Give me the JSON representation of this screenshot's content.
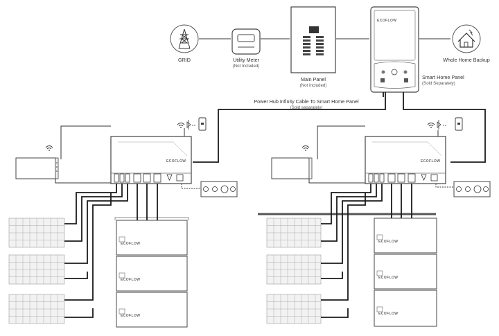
{
  "labels": {
    "grid": "GRID",
    "utility_meter": "Utility Meter",
    "utility_meter_note": "(Not Included)",
    "main_panel": "Main Panel",
    "main_panel_note": "(Not Included)",
    "smart_home_panel": "Smart Home Panel",
    "smart_home_panel_note": "(Sold Separately)",
    "whole_home_backup": "Whole Home Backup",
    "hub_cable": "Power Hub Infinity Cable To Smart Home Panel",
    "hub_cable_note": "(Sold separately)"
  },
  "brand": "ECOFLOW",
  "battery_brand": "ECOFLOW"
}
